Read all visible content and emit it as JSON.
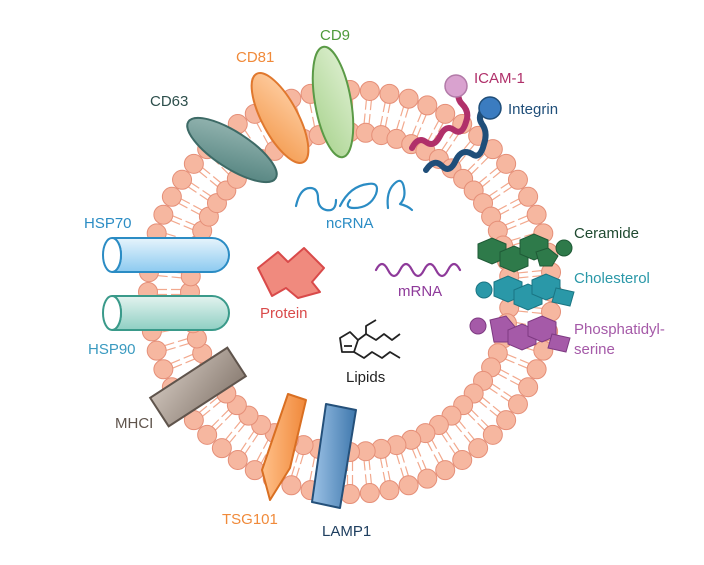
{
  "diagram": {
    "labels": {
      "cd9": "CD9",
      "cd81": "CD81",
      "cd63": "CD63",
      "icam1": "ICAM-1",
      "integrin": "Integrin",
      "hsp70": "HSP70",
      "hsp90": "HSP90",
      "mhci": "MHCI",
      "tsg101": "TSG101",
      "lamp1": "LAMP1",
      "ceramide": "Ceramide",
      "cholesterol": "Cholesterol",
      "phosphatidylserine_line1": "Phosphatidyl-",
      "phosphatidylserine_line2": "serine",
      "ncrna": "ncRNA",
      "mrna": "mRNA",
      "protein": "Protein",
      "lipids": "Lipids"
    },
    "colors": {
      "membrane_bead": "#f6b7a0",
      "membrane_bead_stroke": "#e58f78",
      "lipid_tail": "#f2a98e",
      "cd9": "#7fb069",
      "cd81": "#f39a4e",
      "cd63": "#4e7f7b",
      "icam1": "#b0306a",
      "integrin": "#1f4e79",
      "hsp70": "#2b8cc4",
      "hsp90": "#3a9a8a",
      "mhci": "#6f6259",
      "tsg101": "#f0883a",
      "lamp1": "#2e5f8a",
      "ceramide": "#2e7a4a",
      "cholesterol": "#2a98a8",
      "phosphatidylserine": "#a55aa8",
      "ncrna": "#2b8cc4",
      "mrna": "#8e3a9a",
      "protein": "#d94a4a",
      "lipids": "#333333"
    }
  }
}
